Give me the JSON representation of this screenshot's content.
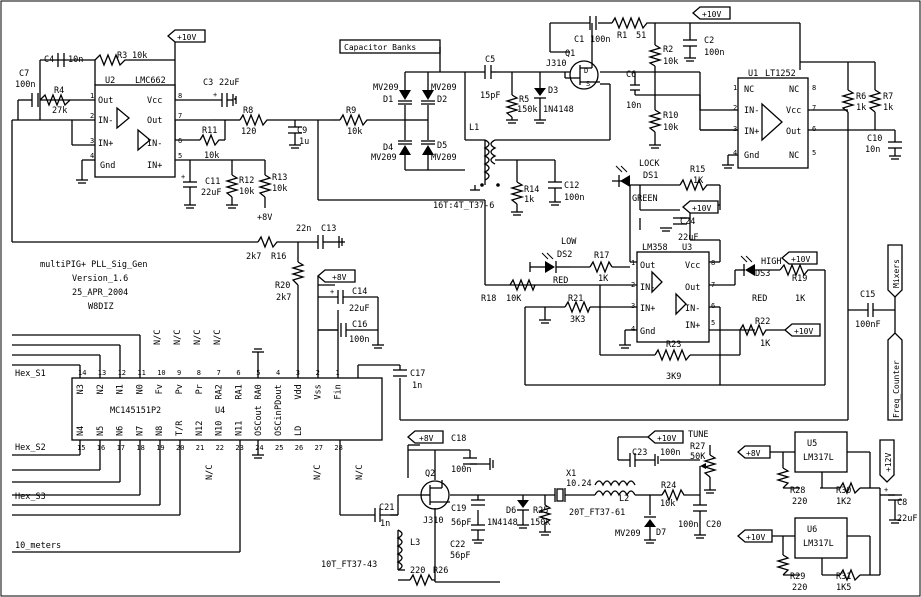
{
  "title_block": {
    "title": "multiPIG+ PLL_Sig_Gen",
    "version": "Version_1.6",
    "date": "25_APR_2004",
    "author": "W8DIZ"
  },
  "supplies": {
    "v10": "+10V",
    "v8": "+8V",
    "v12": "+12V"
  },
  "flags": {
    "capacitor_banks": "Capacitor Banks",
    "mixers": "Mixers",
    "freq_counter": "Freq_Counter",
    "tune": "TUNE"
  },
  "ics": {
    "u1": {
      "ref": "U1",
      "part": "LT1252",
      "pins": [
        "NC",
        "IN-",
        "IN+",
        "Gnd",
        "NC",
        "Vcc",
        "Out",
        "NC"
      ]
    },
    "u2": {
      "ref": "U2",
      "part": "LMC662",
      "pins": [
        "Out",
        "IN-",
        "IN+",
        "Gnd",
        "Vcc",
        "Out",
        "IN-",
        "IN+"
      ]
    },
    "u3": {
      "ref": "U3",
      "part": "LM358",
      "pins": [
        "Out",
        "IN-",
        "IN+",
        "Gnd",
        "Vcc",
        "Out",
        "IN-",
        "IN+"
      ]
    },
    "u4": {
      "ref": "U4",
      "part": "MC145151P2",
      "top_pins": [
        "N3",
        "N2",
        "N1",
        "N0",
        "Fv",
        "Pv",
        "Pr",
        "RA2",
        "RA1",
        "RA0",
        "PDout",
        "Vdd",
        "Vss",
        "Fin"
      ],
      "top_nums": [
        "14",
        "13",
        "12",
        "11",
        "10",
        "9",
        "8",
        "7",
        "6",
        "5",
        "4",
        "3",
        "2",
        "1"
      ],
      "bottom_pins": [
        "N4",
        "N5",
        "N6",
        "N7",
        "N8",
        "T/R",
        "N12",
        "N10",
        "N11",
        "OSCout",
        "OSCin",
        "LD"
      ],
      "bottom_nums": [
        "15",
        "16",
        "17",
        "18",
        "19",
        "20",
        "21",
        "22",
        "23",
        "24",
        "25",
        "26",
        "27",
        "28"
      ],
      "nc": "N/C"
    },
    "u5": {
      "ref": "U5",
      "part": "LM317L"
    },
    "u6": {
      "ref": "U6",
      "part": "LM317L"
    }
  },
  "resistors": [
    {
      "ref": "R1",
      "value": "51"
    },
    {
      "ref": "R2",
      "value": "10k"
    },
    {
      "ref": "R3",
      "value": "10k"
    },
    {
      "ref": "R4",
      "value": "27k"
    },
    {
      "ref": "R5",
      "value": "150k"
    },
    {
      "ref": "R6",
      "value": "1k"
    },
    {
      "ref": "R7",
      "value": "1k"
    },
    {
      "ref": "R8",
      "value": "120"
    },
    {
      "ref": "R9",
      "value": "10k"
    },
    {
      "ref": "R10",
      "value": "10k"
    },
    {
      "ref": "R11",
      "value": "10k"
    },
    {
      "ref": "R12",
      "value": "10k"
    },
    {
      "ref": "R13",
      "value": "10k"
    },
    {
      "ref": "R14",
      "value": "1k"
    },
    {
      "ref": "R15",
      "value": "1K"
    },
    {
      "ref": "R16",
      "value": "2k7"
    },
    {
      "ref": "R17",
      "value": "1K"
    },
    {
      "ref": "R18",
      "value": "10K"
    },
    {
      "ref": "R19",
      "value": "1K"
    },
    {
      "ref": "R20",
      "value": "2k7"
    },
    {
      "ref": "R21",
      "value": "3K3"
    },
    {
      "ref": "R22",
      "value": "1K"
    },
    {
      "ref": "R23",
      "value": "3K9"
    },
    {
      "ref": "R24",
      "value": "10k"
    },
    {
      "ref": "R25",
      "value": "150k"
    },
    {
      "ref": "R26",
      "value": "220"
    },
    {
      "ref": "R27",
      "value": "50K"
    },
    {
      "ref": "R28",
      "value": "220"
    },
    {
      "ref": "R29",
      "value": "220"
    },
    {
      "ref": "R30",
      "value": "1K2"
    },
    {
      "ref": "R31",
      "value": "1K5"
    }
  ],
  "capacitors": [
    {
      "ref": "C1",
      "value": "100n"
    },
    {
      "ref": "C2",
      "value": "100n"
    },
    {
      "ref": "C3",
      "value": "22uF"
    },
    {
      "ref": "C4",
      "value": "10n"
    },
    {
      "ref": "C5",
      "value": "15pF"
    },
    {
      "ref": "C6",
      "value": "10n"
    },
    {
      "ref": "C7",
      "value": "100n"
    },
    {
      "ref": "C8",
      "value": "22uF"
    },
    {
      "ref": "C9",
      "value": "1u"
    },
    {
      "ref": "C10",
      "value": "10n"
    },
    {
      "ref": "C11",
      "value": "22uF"
    },
    {
      "ref": "C12",
      "value": "100n"
    },
    {
      "ref": "C13",
      "value": "22n"
    },
    {
      "ref": "C14",
      "value": "22uF"
    },
    {
      "ref": "C15",
      "value": "100nF"
    },
    {
      "ref": "C16",
      "value": "100n"
    },
    {
      "ref": "C17",
      "value": "1n"
    },
    {
      "ref": "C18",
      "value": "100n"
    },
    {
      "ref": "C19",
      "value": "56pF"
    },
    {
      "ref": "C20",
      "value": "100n"
    },
    {
      "ref": "C21",
      "value": "1n"
    },
    {
      "ref": "C22",
      "value": "56pF"
    },
    {
      "ref": "C23",
      "value": "100n"
    },
    {
      "ref": "C24",
      "value": "22uF"
    }
  ],
  "semis": [
    {
      "ref": "D1",
      "value": "MV209"
    },
    {
      "ref": "D2",
      "value": "MV209"
    },
    {
      "ref": "D3",
      "value": "1N4148"
    },
    {
      "ref": "D4",
      "value": "MV209"
    },
    {
      "ref": "D5",
      "value": "MV209"
    },
    {
      "ref": "D6",
      "value": "1N4148"
    },
    {
      "ref": "D7",
      "value": "MV209"
    },
    {
      "ref": "DS1",
      "value": "GREEN",
      "note": "LOCK"
    },
    {
      "ref": "DS2",
      "value": "RED",
      "note": "LOW"
    },
    {
      "ref": "DS3",
      "value": "RED",
      "note": "HIGH"
    },
    {
      "ref": "Q1",
      "value": "J310"
    },
    {
      "ref": "Q2",
      "value": "J310"
    }
  ],
  "inductors": [
    {
      "ref": "L1",
      "value": "16T:4T_T37-6"
    },
    {
      "ref": "L2",
      "value": "20T_FT37-61"
    },
    {
      "ref": "L3",
      "value": "10T_FT37-43"
    }
  ],
  "crystal": {
    "ref": "X1",
    "value": "10.24"
  },
  "nets": {
    "hex_s1": "Hex_S1",
    "hex_s2": "Hex_S2",
    "hex_s3": "Hex_S3",
    "ten_m": "10_meters"
  },
  "colors": {
    "ink": "#000000",
    "paper": "#ffffff"
  }
}
